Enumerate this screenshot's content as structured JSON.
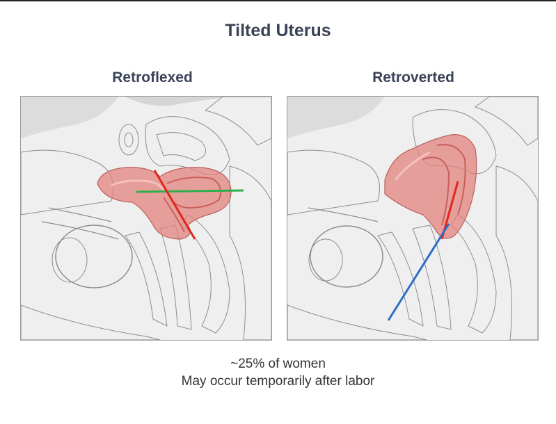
{
  "title": "Tilted Uterus",
  "panels": [
    {
      "label": "Retroflexed"
    },
    {
      "label": "Retroverted"
    }
  ],
  "caption": {
    "line1": "~25% of women",
    "line2": "May occur temporarily after labor"
  },
  "colors": {
    "title_text": "#3a4356",
    "uterus": "#e3837e",
    "line_red": "#e1261c",
    "line_green": "#2db04b",
    "line_blue": "#2c6fc7"
  }
}
